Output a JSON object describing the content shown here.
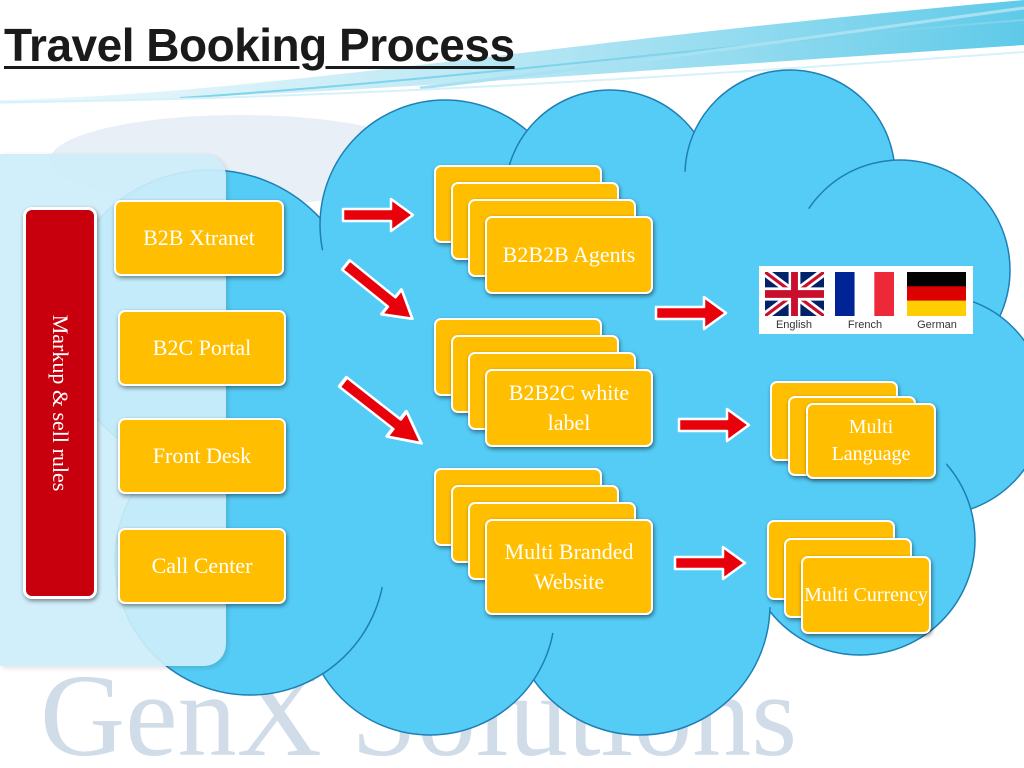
{
  "slide": {
    "title": "Travel Booking Process",
    "watermark": "GenX Solutions"
  },
  "left_panel": {
    "vertical_label": "Markup & sell rules",
    "channels": [
      "B2B Xtranet",
      "B2C Portal",
      "Front Desk",
      "Call Center"
    ]
  },
  "stacks": {
    "b2b2b": "B2B2B Agents",
    "b2b2c": "B2B2C white label",
    "multi_branded": "Multi Branded Website"
  },
  "languages": {
    "english": "English",
    "french": "French",
    "german": "German"
  },
  "outputs": {
    "multi_language": "Multi Language",
    "multi_currency": "Multi Currency"
  },
  "colors": {
    "cloud": "#55ccf6",
    "box": "#ffbf00",
    "markup": "#c8000d",
    "arrow": "#e8000a",
    "panel": "#cdeefa"
  },
  "icons": [
    "arrow-right-icon",
    "arrow-diagonal-icon",
    "uk-flag-icon",
    "france-flag-icon",
    "germany-flag-icon"
  ]
}
